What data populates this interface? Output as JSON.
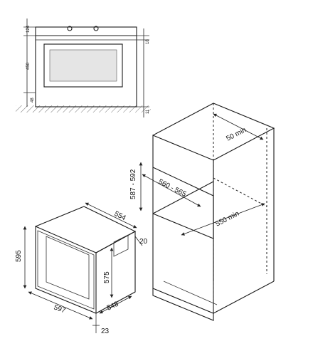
{
  "drawing": {
    "front_view": {
      "dims": {
        "top_band": "124",
        "glass_top": "18",
        "height": "450",
        "side": "48",
        "bottom": "11"
      }
    },
    "oven": {
      "dims": {
        "height": "595",
        "depth": "554",
        "front_height": "575",
        "front_depth": "20",
        "width": "597",
        "inner_width": "548",
        "door": "23"
      }
    },
    "cabinet": {
      "dims": {
        "gap": "50 min",
        "opening_height": "587 - 592",
        "opening_width": "560 - 565",
        "depth": "550 min"
      }
    }
  }
}
